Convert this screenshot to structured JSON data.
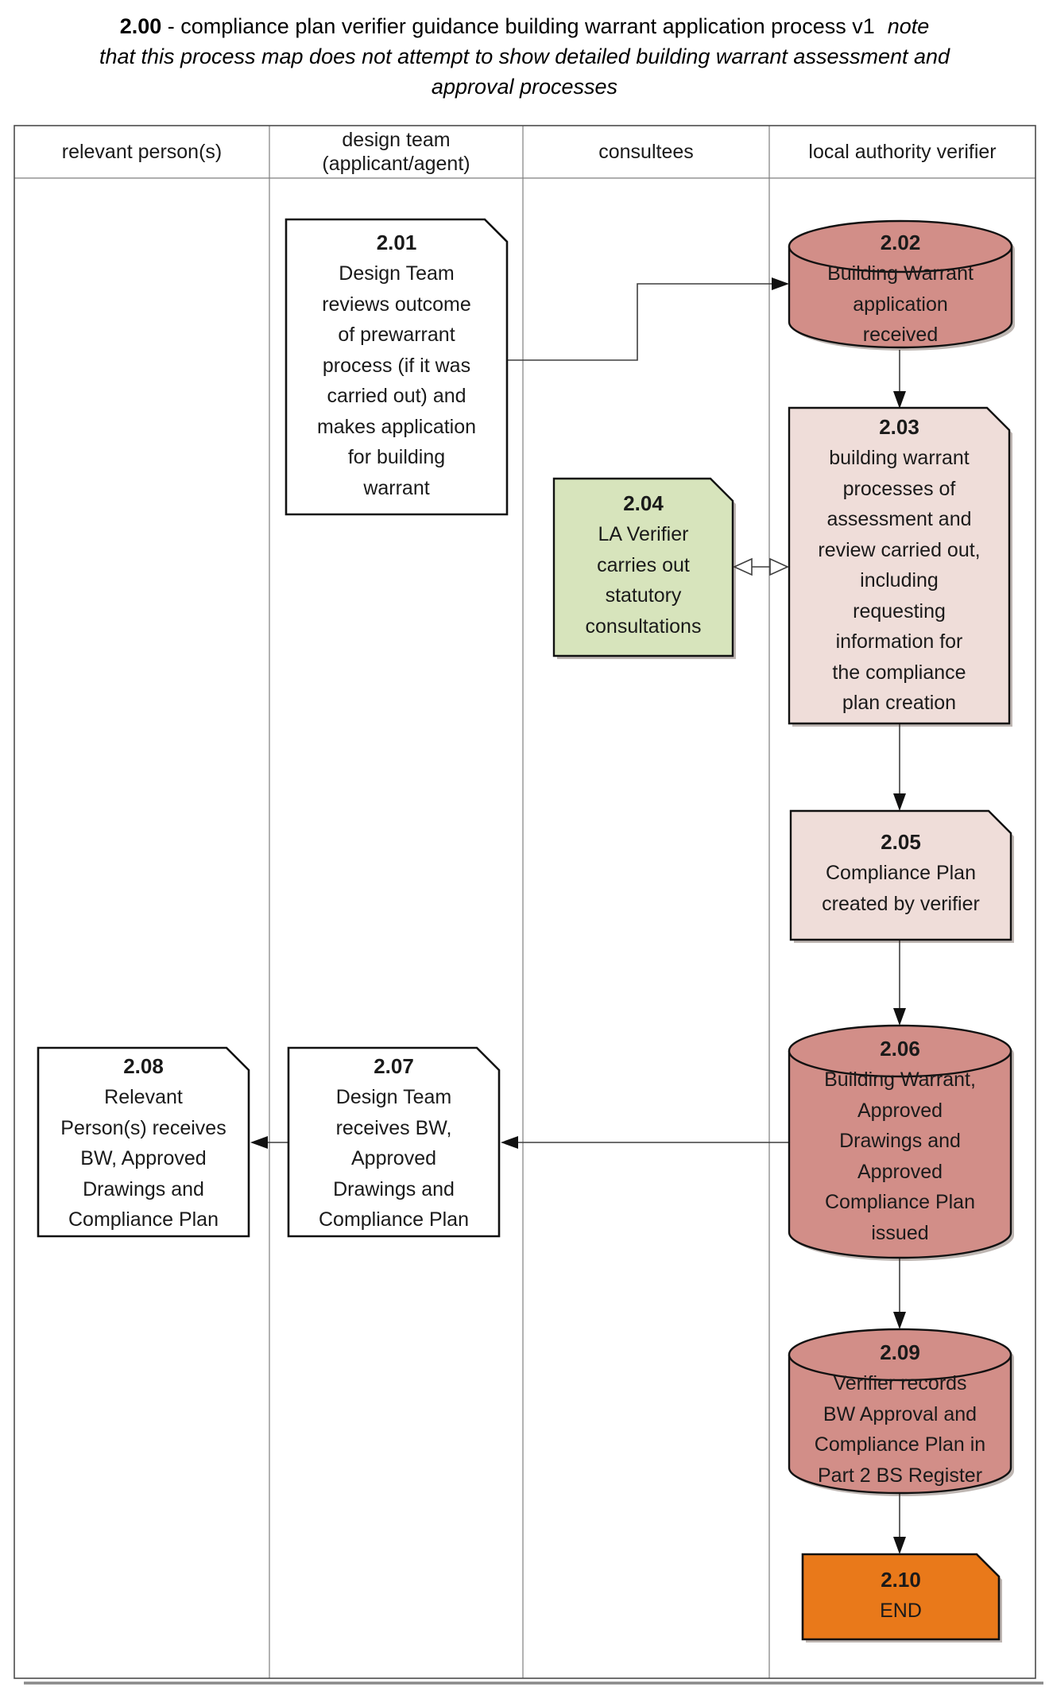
{
  "title": {
    "code": "2.00",
    "main": " - compliance plan verifier guidance building warrant application process v1",
    "note_line1": "note",
    "note_line2": "that this process map does not attempt to show detailed building warrant assessment and",
    "note_line3": "approval processes"
  },
  "lanes": [
    {
      "label": "relevant person(s)"
    },
    {
      "label": "design team\n(applicant/agent)"
    },
    {
      "label": "consultees"
    },
    {
      "label": "local authority verifier"
    }
  ],
  "colors": {
    "white": "#FFFFFF",
    "salmon": "#D28E88",
    "light_pink": "#EFDDD9",
    "green": "#D7E4BC",
    "orange": "#E9791A",
    "line": "#3F3F3F",
    "grid": "#7F7F7F"
  },
  "nodes": {
    "n201": {
      "id": "2.01",
      "body": "Design Team\nreviews outcome\nof prewarrant\nprocess (if it was\ncarried out) and\nmakes application\nfor building\nwarrant",
      "fill": "#FFFFFF",
      "shape": "card"
    },
    "n202": {
      "id": "2.02",
      "body": "Building Warrant\napplication\nreceived",
      "fill": "#D28E88",
      "shape": "cylinder"
    },
    "n203": {
      "id": "2.03",
      "body": "building warrant\nprocesses of\nassessment and\nreview carried out,\nincluding\nrequesting\ninformation  for\nthe compliance\nplan creation",
      "fill": "#EFDDD9",
      "shape": "card"
    },
    "n204": {
      "id": "2.04",
      "body": "LA Verifier\ncarries out\nstatutory\nconsultations",
      "fill": "#D7E4BC",
      "shape": "card"
    },
    "n205": {
      "id": "2.05",
      "body": "Compliance Plan\ncreated by verifier",
      "fill": "#EFDDD9",
      "shape": "card"
    },
    "n206": {
      "id": "2.06",
      "body": "Building Warrant,\nApproved\nDrawings and\nApproved\nCompliance Plan\nissued",
      "fill": "#D28E88",
      "shape": "cylinder"
    },
    "n207": {
      "id": "2.07",
      "body": "Design Team\nreceives BW,\nApproved\nDrawings and\nCompliance Plan",
      "fill": "#FFFFFF",
      "shape": "card"
    },
    "n208": {
      "id": "2.08",
      "body": "Relevant\nPerson(s) receives\nBW, Approved\nDrawings and\nCompliance Plan",
      "fill": "#FFFFFF",
      "shape": "card"
    },
    "n209": {
      "id": "2.09",
      "body": "Verifier records\nBW Approval and\nCompliance Plan in\nPart 2 BS Register",
      "fill": "#D28E88",
      "shape": "cylinder"
    },
    "n210": {
      "id": "2.10",
      "body": "END",
      "fill": "#E9791A",
      "shape": "card"
    }
  },
  "edges": [
    {
      "from": "2.01",
      "to": "2.02",
      "arrow": "filled"
    },
    {
      "from": "2.02",
      "to": "2.03",
      "arrow": "filled"
    },
    {
      "from": "2.03",
      "to": "2.04",
      "arrow": "open-both-ends"
    },
    {
      "from": "2.03",
      "to": "2.05",
      "arrow": "filled"
    },
    {
      "from": "2.05",
      "to": "2.06",
      "arrow": "filled"
    },
    {
      "from": "2.06",
      "to": "2.07",
      "arrow": "filled"
    },
    {
      "from": "2.07",
      "to": "2.08",
      "arrow": "filled"
    },
    {
      "from": "2.06",
      "to": "2.09",
      "arrow": "filled"
    },
    {
      "from": "2.09",
      "to": "2.10",
      "arrow": "filled"
    }
  ]
}
